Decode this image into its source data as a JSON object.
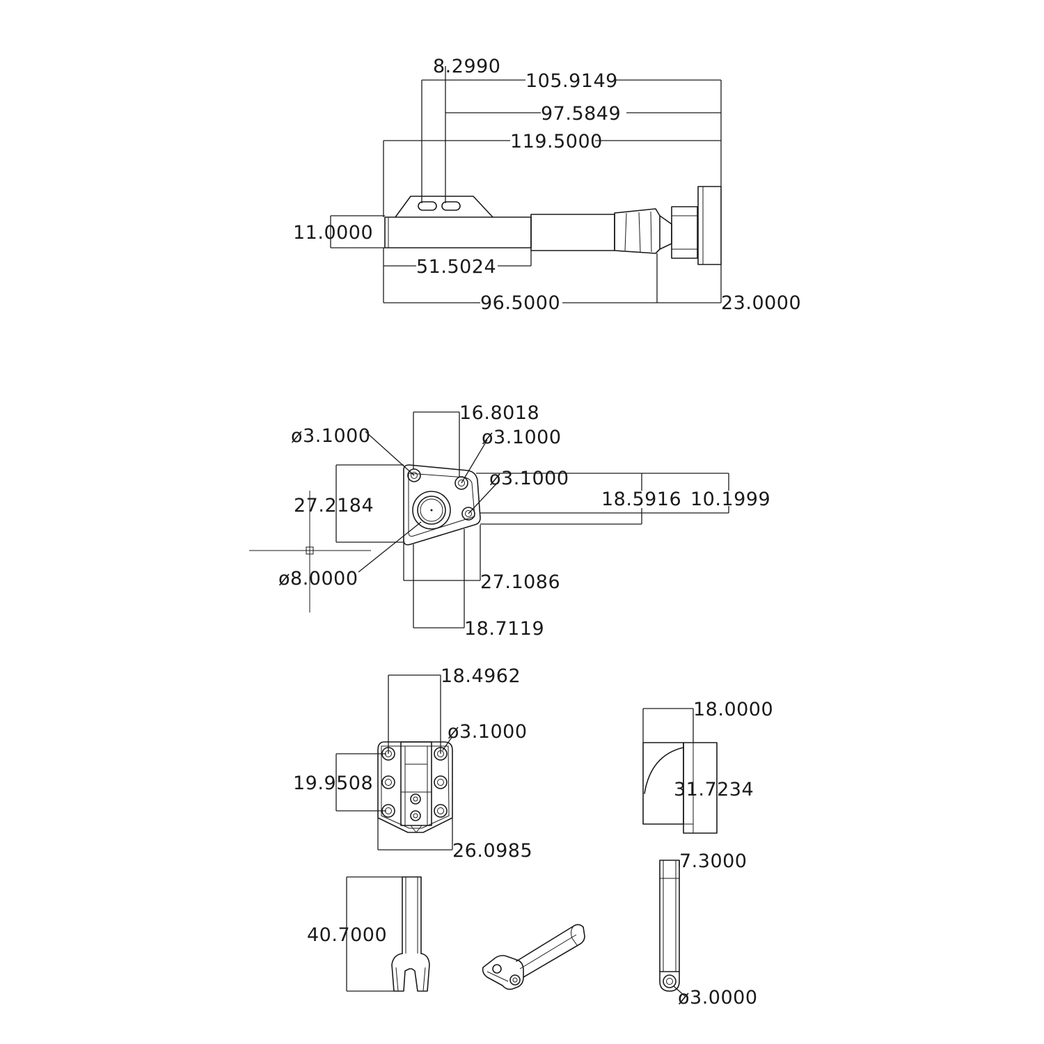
{
  "views": {
    "side": {
      "dims": {
        "d1": "8.2990",
        "d2": "105.9149",
        "d3": "97.5849",
        "d4": "119.5000",
        "d5": "11.0000",
        "d6": "51.5024",
        "d7": "96.5000",
        "d8": "23.0000"
      }
    },
    "front": {
      "dims": {
        "d1": "16.8018",
        "d2": "ø3.1000",
        "d3": "ø3.1000",
        "d4": "ø3.1000",
        "d5": "27.2184",
        "d6": "18.5916",
        "d7": "10.1999",
        "d8": "ø8.0000",
        "d9": "27.1086",
        "d10": "18.7119"
      }
    },
    "plate": {
      "dims": {
        "d1": "18.4962",
        "d2": "ø3.1000",
        "d3": "19.9508",
        "d4": "26.0985"
      }
    },
    "block": {
      "dims": {
        "d1": "18.0000",
        "d2": "31.7234"
      }
    },
    "fork": {
      "dims": {
        "d1": "40.7000"
      }
    },
    "arm": {
      "dims": {
        "d1": "7.3000",
        "d2": "ø3.0000"
      }
    }
  }
}
